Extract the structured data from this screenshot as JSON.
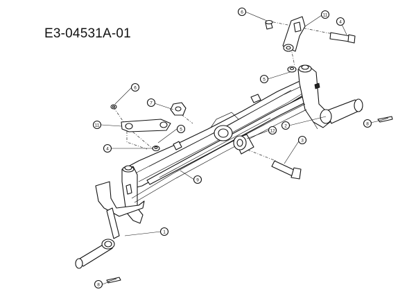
{
  "diagram_id": "E3-04531A-01",
  "callouts": [
    {
      "key": "c6a",
      "label": "6"
    },
    {
      "key": "c11a",
      "label": "11"
    },
    {
      "key": "c4a",
      "label": "4"
    },
    {
      "key": "c5a",
      "label": "5"
    },
    {
      "key": "c6b",
      "label": "6"
    },
    {
      "key": "c7",
      "label": "7"
    },
    {
      "key": "c11b",
      "label": "11"
    },
    {
      "key": "c5b",
      "label": "5"
    },
    {
      "key": "c4b",
      "label": "4"
    },
    {
      "key": "c12",
      "label": "12"
    },
    {
      "key": "c2",
      "label": "2"
    },
    {
      "key": "c8a",
      "label": "8"
    },
    {
      "key": "c3",
      "label": "3"
    },
    {
      "key": "c9",
      "label": "9"
    },
    {
      "key": "c1",
      "label": "1"
    },
    {
      "key": "c8b",
      "label": "8"
    }
  ]
}
